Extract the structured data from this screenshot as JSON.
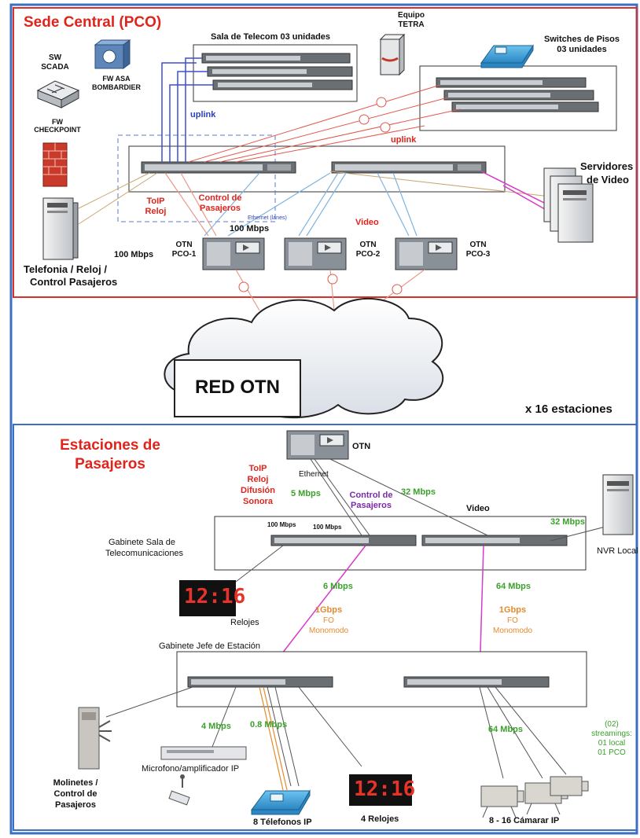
{
  "sections": {
    "pco_title": "Sede Central (PCO)",
    "stations_title_line1": "Estaciones de",
    "stations_title_line2": "Pasajeros",
    "stations_count": "x 16 estaciones"
  },
  "pco": {
    "sala_telecom": "Sala de Telecom 03 unidades",
    "equipo_tetra_1": "Equipo",
    "equipo_tetra_2": "TETRA",
    "switches_pisos_1": "Switches de Pisos",
    "switches_pisos_2": "03 unidades",
    "sw_scada_1": "SW",
    "sw_scada_2": "SCADA",
    "fw_asa_1": "FW ASA",
    "fw_asa_2": "BOMBARDIER",
    "fw_checkpoint_1": "FW",
    "fw_checkpoint_2": "CHECKPOINT",
    "uplink_blue": "uplink",
    "uplink_red": "uplink",
    "servidores_1": "Servidores",
    "servidores_2": "de Video",
    "toip_1": "ToIP",
    "toip_2": "Reloj",
    "control_pasajeros_1": "Control de",
    "control_pasajeros_2": "Pasajeros",
    "ethernet_small": "Ethernet (lanes)",
    "mbps_100_top": "100 Mbps",
    "video": "Video",
    "mbps_100_left": "100 Mbps",
    "otn1_1": "OTN",
    "otn1_2": "PCO-1",
    "otn2_1": "OTN",
    "otn2_2": "PCO-2",
    "otn3_1": "OTN",
    "otn3_2": "PCO-3",
    "telefonia_1": "Telefonia / Reloj /",
    "telefonia_2": "Control Pasajeros",
    "red_otn": "RED OTN"
  },
  "station": {
    "otn": "OTN",
    "ethernet": "Ethernet",
    "toip_1": "ToIP",
    "toip_2": "Reloj",
    "toip_3": "Difusión",
    "toip_4": "Sonora",
    "mbps_5": "5 Mbps",
    "control_1": "Control de",
    "control_2": "Pasajeros",
    "mbps_32_top": "32 Mbps",
    "video": "Video",
    "mbps_100_a": "100 Mbps",
    "mbps_100_b": "100 Mbps",
    "mbps_32_right": "32 Mbps",
    "gabinete_sala_1": "Gabinete Sala de",
    "gabinete_sala_2": "Telecomunicaciones",
    "nvr": "NVR Local",
    "mbps_6": "6 Mbps",
    "mbps_64_top": "64 Mbps",
    "fo_left_1": "1Gbps",
    "fo_left_2": "FO",
    "fo_left_3": "Monomodo",
    "fo_right_1": "1Gbps",
    "fo_right_2": "FO",
    "fo_right_3": "Monomodo",
    "relojes": "Relojes",
    "clock_digits_1": "12:16",
    "gabinete_jefe": "Gabinete Jefe de Estación",
    "mbps_4": "4 Mbps",
    "mbps_08": "0.8 Mbps",
    "mbps_64_bottom": "64 Mbps",
    "streaming_1": "(02)",
    "streaming_2": "streamings:",
    "streaming_3": "01 local",
    "streaming_4": "01 PCO",
    "molinetes_1": "Molinetes /",
    "molinetes_2": "Control de",
    "molinetes_3": "Pasajeros",
    "microfono": "Microfono/amplificador IP",
    "telefonos": "8 Télefonos IP",
    "relojes4": "4 Relojes",
    "clock_digits_2": "12:16",
    "camaras": "8 - 16 Cámarar IP"
  },
  "colors": {
    "frame_blue": "#3b6fc2",
    "section_red": "#d9302b",
    "link_blue": "#3c4fd6",
    "link_red": "#e2574c",
    "link_tan": "#c9a66b",
    "link_pink": "#d83ac9",
    "link_lightblue": "#7fb4e0",
    "green_text": "#3aa12a",
    "orange_text": "#e58a2d"
  }
}
